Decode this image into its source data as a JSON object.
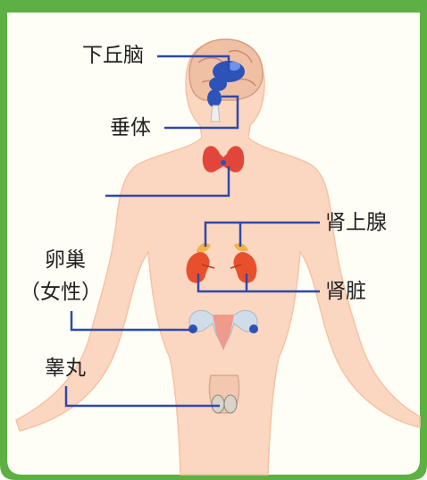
{
  "colors": {
    "frame": "#5db043",
    "background": "#fffef6",
    "skin": "#fbd7c1",
    "skin_edge": "#f6c2a4",
    "leader_line": "#2f49a8",
    "brain": "#f0c0a4",
    "thyroid": "#e2463a",
    "kidney": "#e8502d",
    "adrenal": "#f2b24c",
    "uterus": "#f09a8c",
    "ovary_tube": "#d0dce8",
    "testis": "#d8d4c8"
  },
  "icons": [
    "brain-hypothalamus-icon",
    "pituitary-icon",
    "thyroid-icon",
    "adrenal-gland-icon",
    "kidney-icon",
    "ovary-uterus-icon",
    "testis-icon"
  ],
  "labels": {
    "hypothalamus": "下丘脑",
    "pituitary": "垂体",
    "adrenal": "肾上腺",
    "kidney": "肾脏",
    "ovary_line1": "卵巢",
    "ovary_line2": "（女性）",
    "testis": "睾丸"
  }
}
